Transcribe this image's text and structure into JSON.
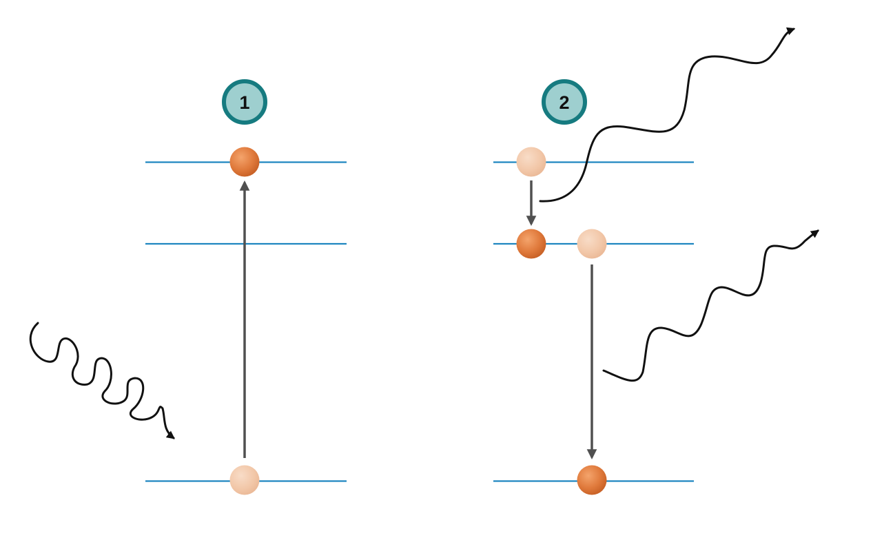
{
  "diagram": {
    "colors": {
      "background": "#ffffff",
      "energy_level": "#1f86c0",
      "arrow": "#505050",
      "wave": "#111111",
      "badge_fill": "#9ecfcf",
      "badge_ring": "#167b80",
      "particle_active": "#e07a3c",
      "particle_faded": "#f2c7a8"
    },
    "panels": [
      {
        "step": "1",
        "levels": [
          "upper",
          "middle",
          "ground"
        ],
        "particles": [
          {
            "level": "upper",
            "state": "active"
          },
          {
            "level": "ground",
            "state": "faded"
          }
        ],
        "transition": {
          "from": "ground",
          "to": "upper",
          "direction": "up"
        },
        "photon": "absorbed"
      },
      {
        "step": "2",
        "levels": [
          "upper",
          "middle",
          "ground"
        ],
        "particles": [
          {
            "level": "upper",
            "state": "faded"
          },
          {
            "level": "middle",
            "state": "active"
          },
          {
            "level": "middle",
            "state": "faded"
          },
          {
            "level": "ground",
            "state": "active"
          }
        ],
        "transitions": [
          {
            "from": "upper",
            "to": "middle",
            "direction": "down"
          },
          {
            "from": "middle",
            "to": "ground",
            "direction": "down"
          }
        ],
        "photons": [
          "emitted",
          "emitted"
        ]
      }
    ]
  }
}
